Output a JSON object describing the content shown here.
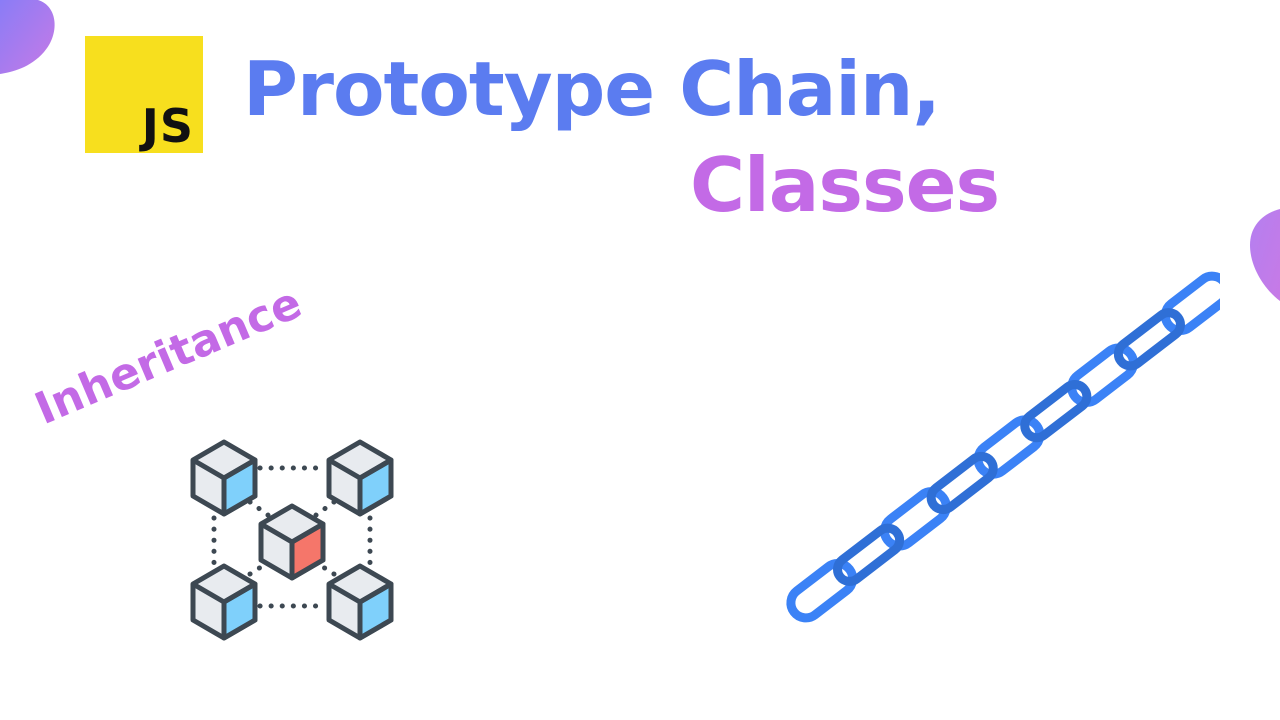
{
  "badge": {
    "label": "JS",
    "color": "#f7df1e"
  },
  "title": {
    "line1": "Prototype Chain,",
    "line2": "Classes",
    "line1_color": "#5b7cf0",
    "line2_color": "#c36ae6"
  },
  "inheritance": {
    "label": "Inheritance",
    "color": "#c36ae6"
  },
  "colors": {
    "chain": "#3b82f6",
    "chain_stroke": "#2f6fd6",
    "cube_outline": "#3d4852",
    "cube_face_light": "#e8ebef",
    "cube_face_blue": "#7fd0fb",
    "cube_face_red": "#f5766a",
    "blob_gradient_start": "#8a7cf6",
    "blob_gradient_end": "#c77ae6"
  },
  "icons": [
    "inheritance-network-icon",
    "chain-icon"
  ]
}
